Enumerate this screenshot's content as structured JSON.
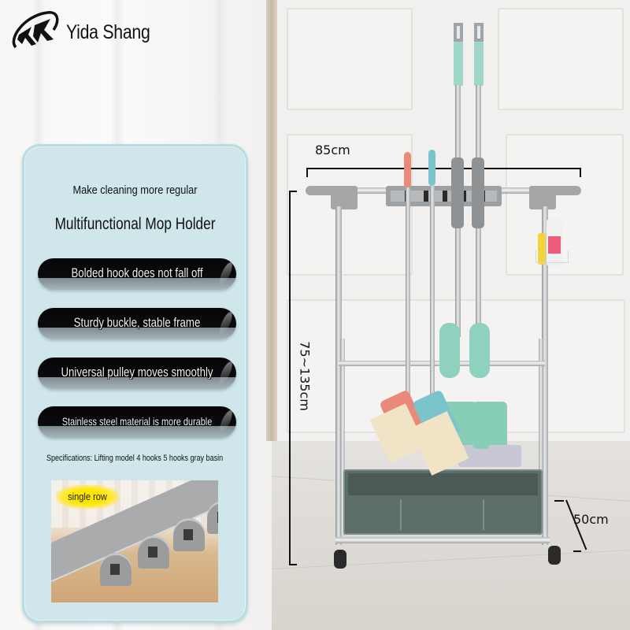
{
  "brand": {
    "name": "Yida Shang",
    "logo_icon": "yida-shang-logo-icon"
  },
  "panel": {
    "subtitle": "Make cleaning more regular",
    "title": "Multifunctional Mop Holder",
    "features": [
      {
        "label": "Bolded hook does not fall off"
      },
      {
        "label": "Sturdy buckle, stable frame"
      },
      {
        "label": "Universal pulley moves smoothly"
      },
      {
        "label": "Stainless steel material is more durable"
      }
    ],
    "specifications": "Specifications: Lifting model 4 hooks 5 hooks gray basin",
    "inset": {
      "badge": "single row",
      "badge_color": "#ffe600"
    },
    "background_color": "#cfe6eb",
    "border_color": "#b8dce3"
  },
  "product": {
    "dimensions": {
      "width": "85cm",
      "height": "75~135cm",
      "depth": "50cm"
    },
    "colors": {
      "frame": "#c8cbcd",
      "basin": "#5d6d69",
      "mop_handle": "#9fd6c8",
      "broom_pink": "#e9897a",
      "broom_blue": "#7cc4cc"
    }
  }
}
